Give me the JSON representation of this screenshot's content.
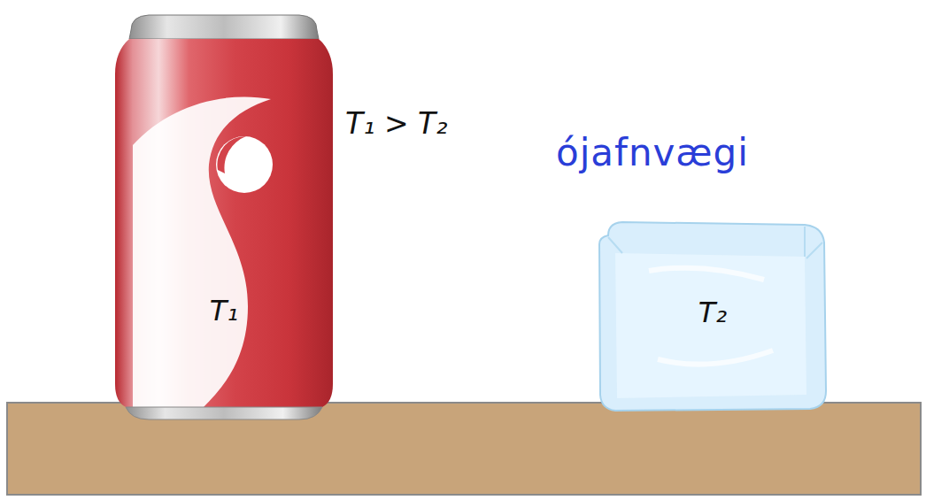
{
  "diagram": {
    "nodes": [
      {
        "text": [
          "T₁"
        ]
      },
      {
        "text": [
          "T₂"
        ]
      }
    ],
    "labels": [
      "T₁ > T₂",
      "ójafnvægi"
    ]
  }
}
